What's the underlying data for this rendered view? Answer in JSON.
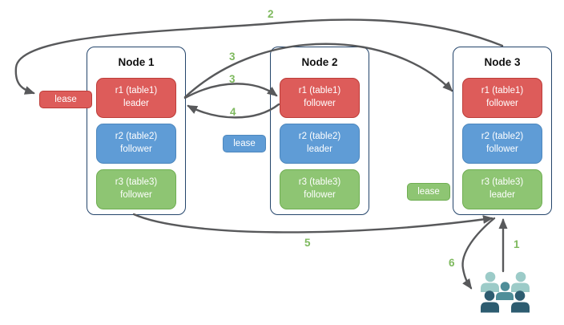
{
  "diagram": {
    "nodes": [
      {
        "title": "Node 1",
        "replicas": [
          {
            "name": "r1 (table1)",
            "role": "leader",
            "color": "#dd5c5a"
          },
          {
            "name": "r2 (table2)",
            "role": "follower",
            "color": "#5f9cd6"
          },
          {
            "name": "r3 (table3)",
            "role": "follower",
            "color": "#8ec573"
          }
        ]
      },
      {
        "title": "Node 2",
        "replicas": [
          {
            "name": "r1 (table1)",
            "role": "follower",
            "color": "#dd5c5a"
          },
          {
            "name": "r2 (table2)",
            "role": "leader",
            "color": "#5f9cd6"
          },
          {
            "name": "r3 (table3)",
            "role": "follower",
            "color": "#8ec573"
          }
        ]
      },
      {
        "title": "Node 3",
        "replicas": [
          {
            "name": "r1 (table1)",
            "role": "follower",
            "color": "#dd5c5a"
          },
          {
            "name": "r2 (table2)",
            "role": "follower",
            "color": "#5f9cd6"
          },
          {
            "name": "r3 (table3)",
            "role": "leader",
            "color": "#8ec573"
          }
        ]
      }
    ],
    "leases": {
      "red": {
        "label": "lease"
      },
      "blue": {
        "label": "lease"
      },
      "green": {
        "label": "lease"
      }
    },
    "steps": {
      "s1": "1",
      "s2": "2",
      "s3a": "3",
      "s3b": "3",
      "s4": "4",
      "s5": "5",
      "s6": "6"
    },
    "icons": {
      "people_group": "users-group-icon"
    },
    "colors": {
      "replica_red": "#dd5c5a",
      "replica_red_border": "#bc3d39",
      "replica_blue": "#5f9cd6",
      "replica_blue_border": "#4d87bd",
      "replica_green": "#8ec573",
      "replica_green_border": "#6fae52",
      "node_border": "#24456b",
      "arrow": "#58595b",
      "step_label": "#7eb95e",
      "people_light": "#9ccbc8",
      "people_mid": "#4f8e99",
      "people_dark": "#2d5c70"
    }
  }
}
